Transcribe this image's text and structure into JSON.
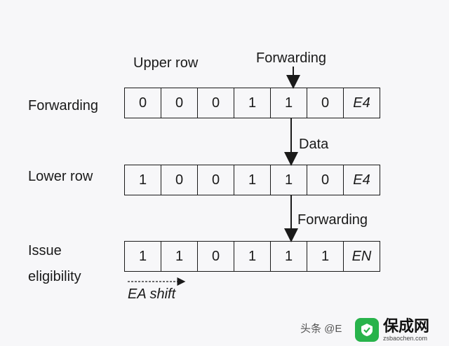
{
  "labels": {
    "upper_row": "Upper row",
    "forwarding_top": "Forwarding",
    "forwarding_left": "Forwarding",
    "data": "Data",
    "lower_row": "Lower row",
    "forwarding_mid": "Forwarding",
    "issue": "Issue",
    "eligibility": "eligibility",
    "ea_shift": "EA shift"
  },
  "rows": {
    "upper": [
      "0",
      "0",
      "0",
      "1",
      "1",
      "0",
      "E4"
    ],
    "lower": [
      "1",
      "0",
      "0",
      "1",
      "1",
      "0",
      "E4"
    ],
    "issue": [
      "1",
      "1",
      "0",
      "1",
      "1",
      "1",
      "EN"
    ]
  },
  "watermark": {
    "text": "头条 @E",
    "logo_main": "保成网",
    "logo_sub": "zsbaochen.com"
  },
  "colors": {
    "logo": "#28b34b"
  }
}
